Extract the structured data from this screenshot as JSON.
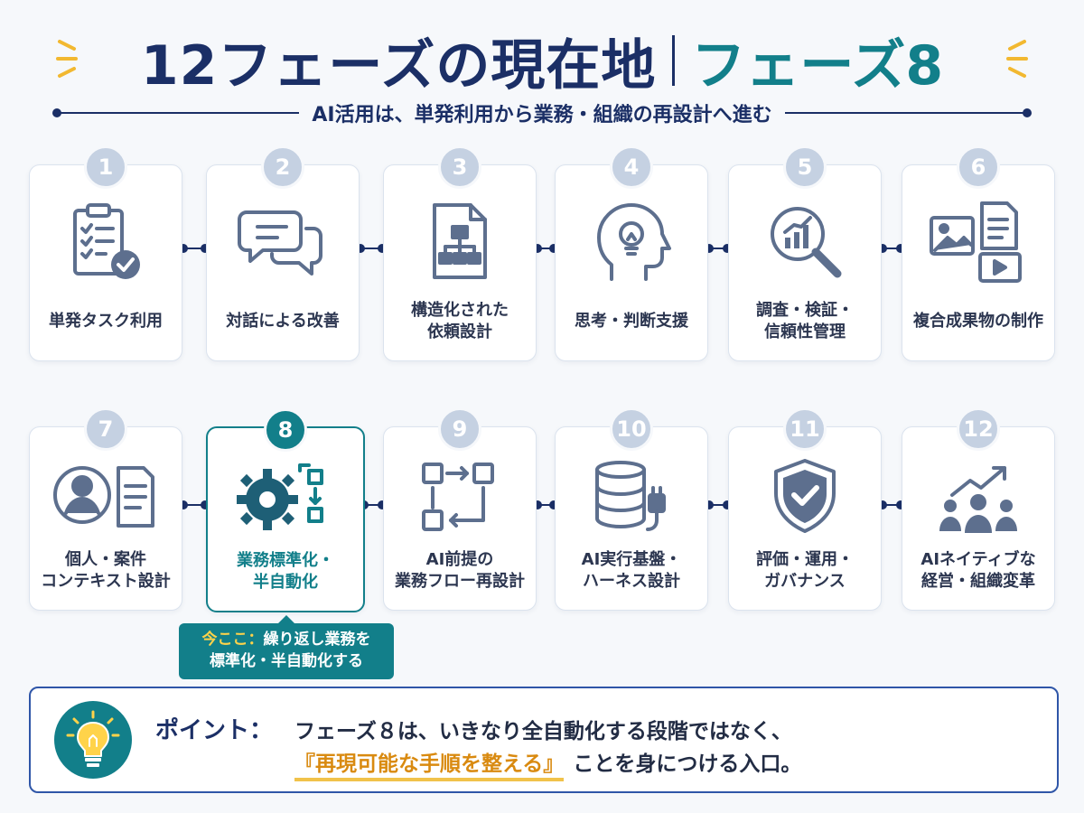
{
  "header": {
    "title": "12フェーズの現在地",
    "phase": "フェーズ8",
    "subtitle": "AI活用は、単発利用から業務・組織の再設計へ進む"
  },
  "phases": [
    {
      "num": "1",
      "label": "単発タスク利用",
      "icon": "clipboard-check-icon"
    },
    {
      "num": "2",
      "label": "対話による改善",
      "icon": "chat-bubbles-icon"
    },
    {
      "num": "3",
      "label": "構造化された\n依頼設計",
      "icon": "document-structure-icon"
    },
    {
      "num": "4",
      "label": "思考・判断支援",
      "icon": "head-lightbulb-icon"
    },
    {
      "num": "5",
      "label": "調査・検証・\n信頼性管理",
      "icon": "magnifier-chart-icon"
    },
    {
      "num": "6",
      "label": "複合成果物の制作",
      "icon": "media-files-icon"
    },
    {
      "num": "7",
      "label": "個人・案件\nコンテキスト設計",
      "icon": "person-document-icon"
    },
    {
      "num": "8",
      "label": "業務標準化・\n半自動化",
      "icon": "gear-flow-icon"
    },
    {
      "num": "9",
      "label": "AI前提の\n業務フロー再設計",
      "icon": "flow-diagram-icon"
    },
    {
      "num": "10",
      "label": "AI実行基盤・\nハーネス設計",
      "icon": "database-plug-icon"
    },
    {
      "num": "11",
      "label": "評価・運用・\nガバナンス",
      "icon": "shield-check-icon"
    },
    {
      "num": "12",
      "label": "AIネイティブな\n経営・組織変革",
      "icon": "team-growth-icon"
    }
  ],
  "current": {
    "phase": "8",
    "tag": "今ここ：",
    "line1": "繰り返し業務を",
    "line2": "標準化・半自動化する"
  },
  "point": {
    "label": "ポイント：",
    "line1": "フェーズ８は、いきなり全自動化する段階ではなく、",
    "highlight": "『再現可能な手順を整える』",
    "line2_rest": "ことを身につける入口。",
    "icon": "lightbulb-icon"
  },
  "colors": {
    "navy": "#1b2f66",
    "teal": "#127f8a",
    "icon": "#5d6f8e",
    "highlight": "#d98a10"
  }
}
